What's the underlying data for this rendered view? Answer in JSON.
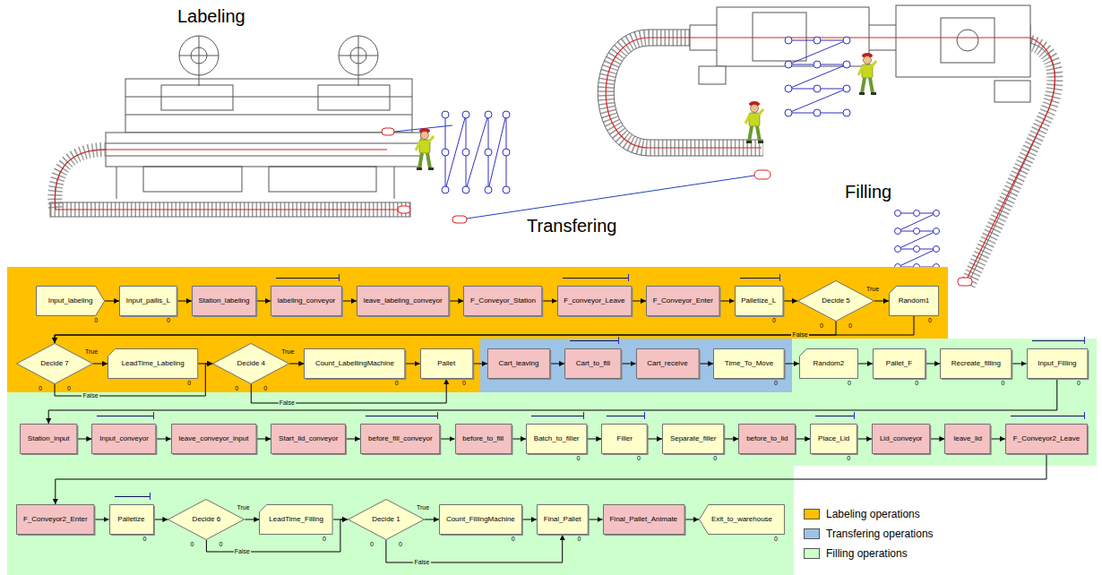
{
  "diagram": {
    "nodes": [
      {
        "text": [
          "Input_labeling"
        ]
      },
      {
        "text": [
          "Input_pallis_L"
        ]
      },
      {
        "text": [
          "Station_labeling"
        ]
      },
      {
        "text": [
          "labeling_conveyor"
        ]
      },
      {
        "text": [
          "leave_labeling_conveyor"
        ]
      },
      {
        "text": [
          "F_Conveyor_Station"
        ]
      },
      {
        "text": [
          "F_conveyor_Leave"
        ]
      },
      {
        "text": [
          "F_Conveyor_Enter"
        ]
      },
      {
        "text": [
          "Palletize_L"
        ]
      },
      {
        "text": [
          "Decide 5"
        ]
      },
      {
        "text": [
          "Random1"
        ]
      },
      {
        "text": [
          "Decide 7"
        ]
      },
      {
        "text": [
          "LeadTime_Labeling"
        ]
      },
      {
        "text": [
          "Decide 4"
        ]
      },
      {
        "text": [
          "Count_LabellingMachine"
        ]
      },
      {
        "text": [
          "Pallet"
        ]
      },
      {
        "text": [
          "Cart_leaving"
        ]
      },
      {
        "text": [
          "Cart_to_fill"
        ]
      },
      {
        "text": [
          "Cart_receive"
        ]
      },
      {
        "text": [
          "Time_To_Move"
        ]
      },
      {
        "text": [
          "Random2"
        ]
      },
      {
        "text": [
          "Pallet_F"
        ]
      },
      {
        "text": [
          "Recreate_filling"
        ]
      },
      {
        "text": [
          "Input_Filling"
        ]
      },
      {
        "text": [
          "Station_input"
        ]
      },
      {
        "text": [
          "Input_conveyor"
        ]
      },
      {
        "text": [
          "leave_conveyor_input"
        ]
      },
      {
        "text": [
          "Start_lid_conveyor"
        ]
      },
      {
        "text": [
          "before_fill_conveyor"
        ]
      },
      {
        "text": [
          "before_to_fill"
        ]
      },
      {
        "text": [
          "Batch_to_filler"
        ]
      },
      {
        "text": [
          "Filler"
        ]
      },
      {
        "text": [
          "Separate_filler"
        ]
      },
      {
        "text": [
          "before_to_lid"
        ]
      },
      {
        "text": [
          "Place_Lid"
        ]
      },
      {
        "text": [
          "Lid_conveyor"
        ]
      },
      {
        "text": [
          "leave_lid"
        ]
      },
      {
        "text": [
          "F_Conveyor2_Leave"
        ]
      },
      {
        "text": [
          "F_Conveyor2_Enter"
        ]
      },
      {
        "text": [
          "Palletize"
        ]
      },
      {
        "text": [
          "Decide 6"
        ]
      },
      {
        "text": [
          "LeadTime_Filling"
        ]
      },
      {
        "text": [
          "Decide 1"
        ]
      },
      {
        "text": [
          "Count_FillingMachine"
        ]
      },
      {
        "text": [
          "Final_Pallet"
        ]
      },
      {
        "text": [
          "Final_Pallet_Animate"
        ]
      },
      {
        "text": [
          "Exit_to_warehouse"
        ]
      }
    ],
    "edges": [
      {
        "from": 0,
        "to": 1,
        "arrow": "to"
      },
      {
        "from": 1,
        "to": 2,
        "arrow": "to"
      },
      {
        "from": 2,
        "to": 3,
        "arrow": "to"
      },
      {
        "from": 3,
        "to": 4,
        "arrow": "to"
      },
      {
        "from": 4,
        "to": 5,
        "arrow": "to"
      },
      {
        "from": 5,
        "to": 6,
        "arrow": "to"
      },
      {
        "from": 6,
        "to": 7,
        "arrow": "to"
      },
      {
        "from": 7,
        "to": 8,
        "arrow": "to"
      },
      {
        "from": 8,
        "to": 9,
        "arrow": "to"
      },
      {
        "from": 9,
        "to": 10,
        "arrow": "to",
        "label": "True"
      },
      {
        "from": 9,
        "to": 11,
        "arrow": "to",
        "label": "False"
      },
      {
        "from": 10,
        "to": 11,
        "arrow": "to"
      },
      {
        "from": 11,
        "to": 12,
        "arrow": "to",
        "label": "True"
      },
      {
        "from": 11,
        "to": 13,
        "arrow": "to",
        "label": "False"
      },
      {
        "from": 12,
        "to": 13,
        "arrow": "to"
      },
      {
        "from": 13,
        "to": 14,
        "arrow": "to",
        "label": "True"
      },
      {
        "from": 13,
        "to": 15,
        "arrow": "to",
        "label": "False"
      },
      {
        "from": 14,
        "to": 15,
        "arrow": "to"
      },
      {
        "from": 15,
        "to": 16,
        "arrow": "to"
      },
      {
        "from": 16,
        "to": 17,
        "arrow": "to"
      },
      {
        "from": 17,
        "to": 18,
        "arrow": "to"
      },
      {
        "from": 18,
        "to": 19,
        "arrow": "to"
      },
      {
        "from": 19,
        "to": 20,
        "arrow": "to"
      },
      {
        "from": 20,
        "to": 21,
        "arrow": "to"
      },
      {
        "from": 21,
        "to": 22,
        "arrow": "to"
      },
      {
        "from": 22,
        "to": 23,
        "arrow": "to"
      },
      {
        "from": 23,
        "to": 24,
        "arrow": "to"
      },
      {
        "from": 24,
        "to": 25,
        "arrow": "to"
      },
      {
        "from": 25,
        "to": 26,
        "arrow": "to"
      },
      {
        "from": 26,
        "to": 27,
        "arrow": "to"
      },
      {
        "from": 27,
        "to": 28,
        "arrow": "to"
      },
      {
        "from": 28,
        "to": 29,
        "arrow": "to"
      },
      {
        "from": 29,
        "to": 30,
        "arrow": "to"
      },
      {
        "from": 30,
        "to": 31,
        "arrow": "to"
      },
      {
        "from": 31,
        "to": 32,
        "arrow": "to"
      },
      {
        "from": 32,
        "to": 33,
        "arrow": "to"
      },
      {
        "from": 33,
        "to": 34,
        "arrow": "to"
      },
      {
        "from": 34,
        "to": 35,
        "arrow": "to"
      },
      {
        "from": 35,
        "to": 36,
        "arrow": "to"
      },
      {
        "from": 36,
        "to": 37,
        "arrow": "to"
      },
      {
        "from": 37,
        "to": 38,
        "arrow": "to"
      },
      {
        "from": 38,
        "to": 39,
        "arrow": "to"
      },
      {
        "from": 39,
        "to": 40,
        "arrow": "to"
      },
      {
        "from": 40,
        "to": 41,
        "arrow": "to",
        "label": "True"
      },
      {
        "from": 40,
        "to": 42,
        "arrow": "to",
        "label": "False"
      },
      {
        "from": 41,
        "to": 42,
        "arrow": "to"
      },
      {
        "from": 42,
        "to": 43,
        "arrow": "to",
        "label": "True"
      },
      {
        "from": 42,
        "to": 44,
        "arrow": "to",
        "label": "False"
      },
      {
        "from": 43,
        "to": 44,
        "arrow": "to"
      },
      {
        "from": 44,
        "to": 45,
        "arrow": "to"
      },
      {
        "from": 45,
        "to": 46,
        "arrow": "to"
      }
    ],
    "labels": [
      "Labeling",
      "Filling",
      "Transfering",
      "0",
      "0",
      "0",
      "0",
      "0",
      "0",
      "0",
      "0",
      "0",
      "0",
      "0",
      "0",
      "0",
      "0",
      "0",
      "0",
      "0",
      "0",
      "0",
      "0",
      "0",
      "0",
      "0",
      "0",
      "0",
      "0",
      "0",
      "0",
      "0",
      "0",
      "0"
    ],
    "legend": [
      {
        "text": "Labeling operations",
        "color": "#ffc000"
      },
      {
        "text": "Transfering operations",
        "color": "#9dc3e6"
      },
      {
        "text": "Filling operations",
        "color": "#ccffcc"
      }
    ]
  }
}
